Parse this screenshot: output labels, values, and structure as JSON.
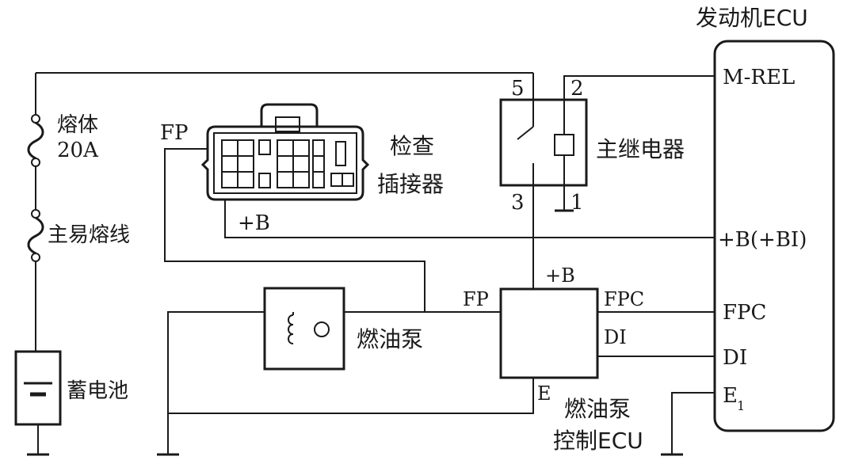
{
  "ecu": {
    "title": "发动机ECU",
    "pins": {
      "mrel": "M-REL",
      "bplus": "+B(+BI)",
      "fpc": "FPC",
      "di": "DI",
      "e1": "E",
      "e1_sub": "1"
    }
  },
  "fuse": {
    "name": "熔体",
    "rating": "20A"
  },
  "fusible_link": {
    "name": "主易熔线"
  },
  "battery": {
    "name": "蓄电池"
  },
  "check_connector": {
    "line1": "检查",
    "line2": "插接器",
    "fp": "FP",
    "bplus": "+B"
  },
  "main_relay": {
    "name": "主继电器",
    "pins": [
      "5",
      "2",
      "3",
      "1"
    ]
  },
  "fuel_pump": {
    "name": "燃油泵"
  },
  "pump_ecu": {
    "line1": "燃油泵",
    "line2": "控制ECU",
    "pins": {
      "fp": "FP",
      "bplus": "+B",
      "fpc": "FPC",
      "di": "DI",
      "e": "E"
    }
  }
}
